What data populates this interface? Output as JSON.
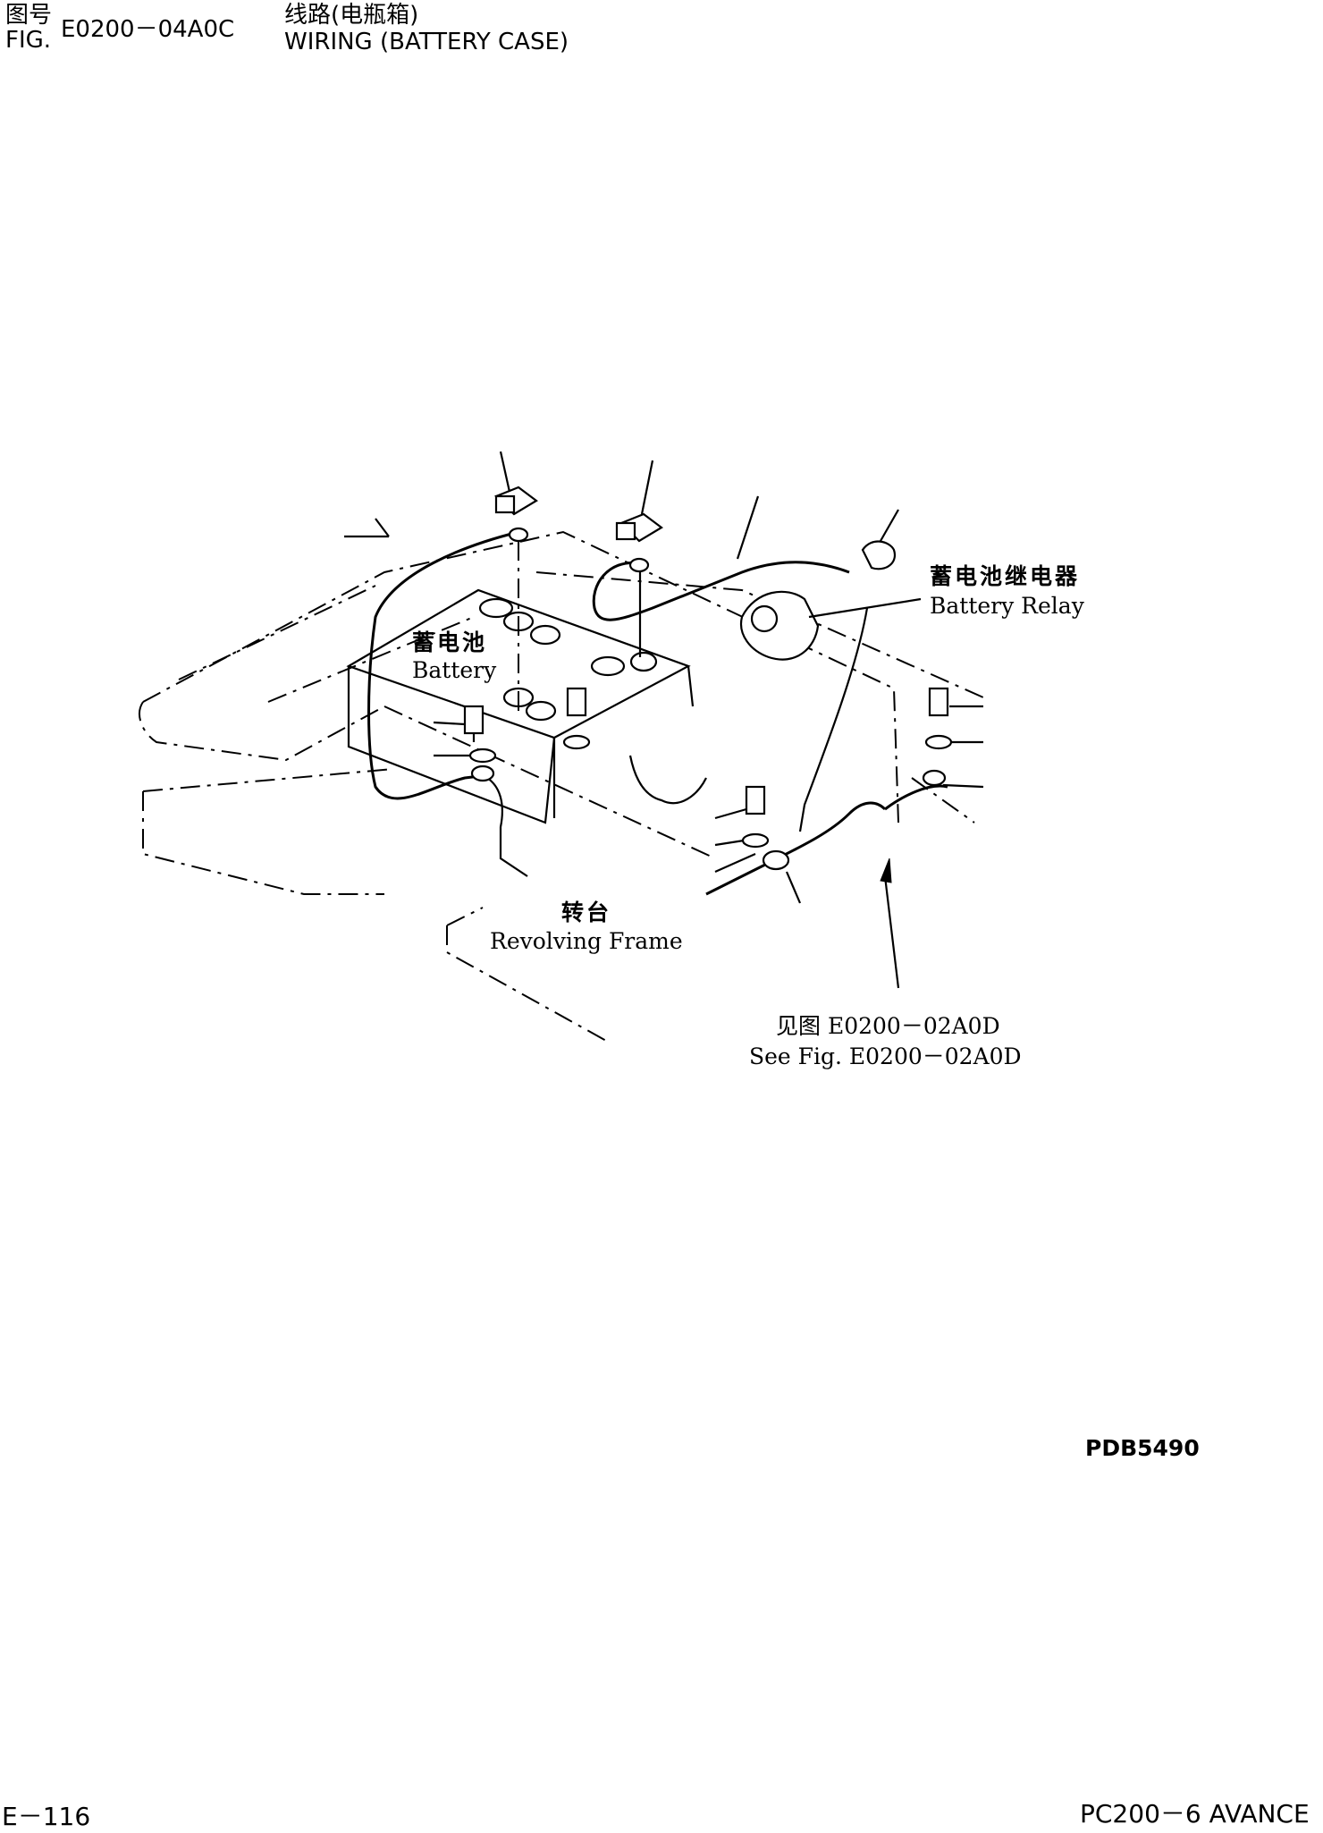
{
  "header": {
    "fig_label_cn": "图号",
    "fig_label_en": "FIG.",
    "fig_number": "E0200－04A0C",
    "title_cn": "线路(电瓶箱)",
    "title_en": "WIRING (BATTERY CASE)"
  },
  "labels": {
    "battery_cn": "蓄电池",
    "battery_en": "Battery",
    "battery_relay_cn": "蓄电池继电器",
    "battery_relay_en": "Battery Relay",
    "revolving_frame_cn": "转台",
    "revolving_frame_en": "Revolving Frame",
    "see_fig_cn": "见图 E0200－02A0D",
    "see_fig_en": "See Fig. E0200－02A0D"
  },
  "drawing_code": "PDB5490",
  "footer": {
    "page": "E－116",
    "model": "PC200－6 AVANCE"
  }
}
